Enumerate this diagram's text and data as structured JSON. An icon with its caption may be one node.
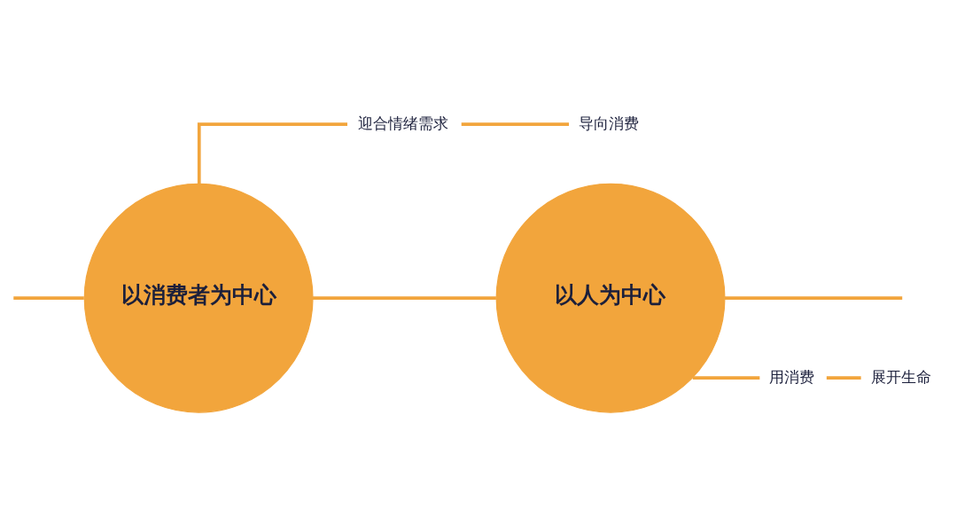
{
  "diagram": {
    "nodes": [
      {
        "text": [
          "以消费者为中心"
        ]
      },
      {
        "text": [
          "以人为中心"
        ]
      },
      {
        "text": [
          "迎合情绪需求"
        ]
      },
      {
        "text": [
          "导向消费"
        ]
      },
      {
        "text": [
          "用消费"
        ]
      },
      {
        "text": [
          "展开生命"
        ]
      }
    ],
    "edges": [
      {
        "from": null,
        "to": 0,
        "arrow": "none"
      },
      {
        "from": 0,
        "to": 2,
        "arrow": "none"
      },
      {
        "from": 2,
        "to": 3,
        "arrow": "none"
      },
      {
        "from": 0,
        "to": 1,
        "arrow": "none"
      },
      {
        "from": 1,
        "to": null,
        "arrow": "none"
      },
      {
        "from": 1,
        "to": 4,
        "arrow": "none"
      },
      {
        "from": 4,
        "to": 5,
        "arrow": "none"
      }
    ]
  }
}
